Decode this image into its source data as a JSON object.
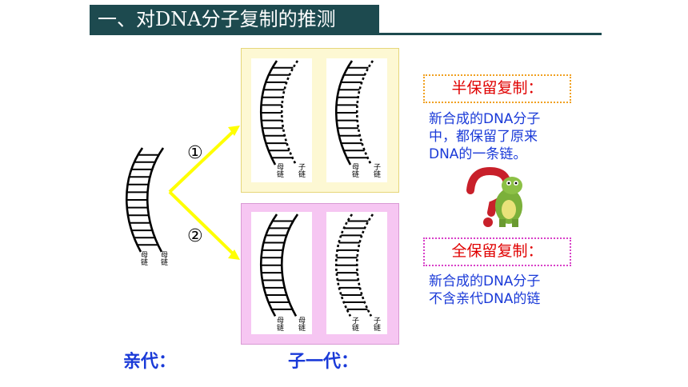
{
  "header": {
    "title": "一、对DNA分子复制的推测"
  },
  "arrows": {
    "first": "①",
    "second": "②"
  },
  "semi": {
    "title": "半保留复制：",
    "lines": [
      "新合成的DNA分子",
      "中，都保留了原来",
      "DNA的一条链。"
    ]
  },
  "full": {
    "title": "全保留复制：",
    "lines": [
      "新合成的DNA分子",
      "不含亲代DNA的链"
    ]
  },
  "strands": {
    "parent": "母链",
    "child": "子链"
  },
  "bottom": {
    "parent_gen": "亲代：",
    "child_gen": "子一代："
  },
  "colors": {
    "header_bg": "#1d4a4f",
    "semi_text": "#e00000",
    "desc_text": "#1a3ad8",
    "arrow": "#ffff00",
    "box_top": "#fdf8d3",
    "box_bot": "#f6c6f2"
  },
  "icons": [
    "question-mark-dinosaur-icon"
  ]
}
